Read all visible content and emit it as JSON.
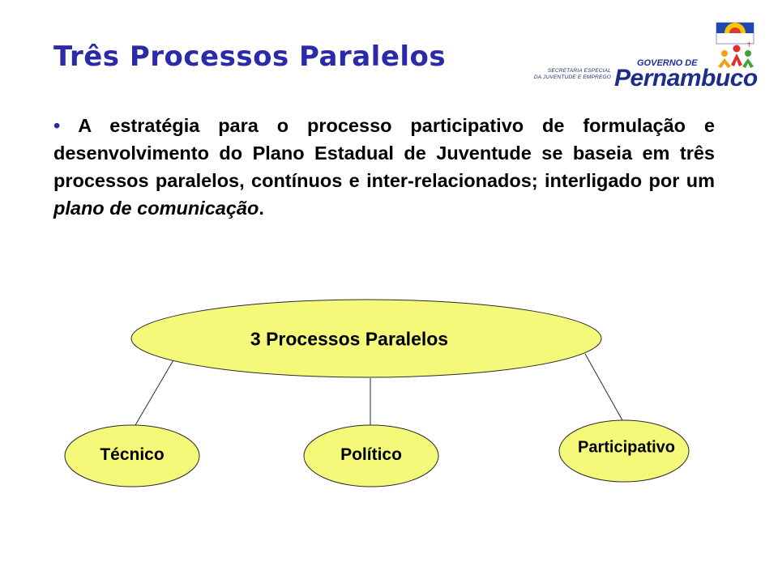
{
  "slide": {
    "title": "Três Processos Paralelos",
    "bullet": {
      "part1": "A estratégia para o processo participativo de formulação e desenvolvimento do Plano Estadual de Juventude se baseia em três processos paralelos, contínuos e inter-relacionados; interligado por um ",
      "emphasis": "plano de comunicação",
      "end": "."
    }
  },
  "logo": {
    "secretaria_line1": "SECRETARIA ESPECIAL",
    "secretaria_line2": "DA JUVENTUDE E EMPREGO",
    "governo": "GOVERNO DE",
    "estado": "Pernambuco"
  },
  "diagram": {
    "root": "3 Processos  Paralelos",
    "children": [
      {
        "label": "Técnico"
      },
      {
        "label": "Político"
      },
      {
        "label": "Participativo"
      }
    ],
    "colors": {
      "fill": "#f5f97a",
      "stroke": "#2a2a2a"
    }
  }
}
